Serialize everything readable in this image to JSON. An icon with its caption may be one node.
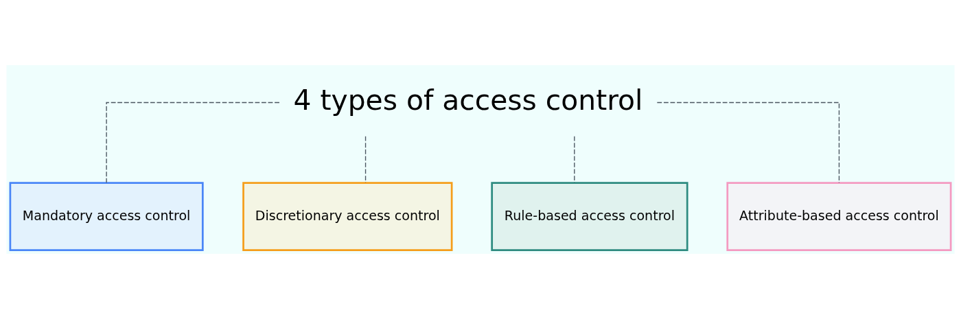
{
  "diagram": {
    "nodes": [
      {
        "text": [
          "4 types of access control"
        ]
      },
      {
        "text": [
          "Mandatory access control"
        ]
      },
      {
        "text": [
          "Discretionary access control"
        ]
      },
      {
        "text": [
          "Rule-based access control"
        ]
      },
      {
        "text": [
          "Attribute-based access control"
        ]
      }
    ],
    "edges": [
      {
        "from": 0,
        "to": 1,
        "arrow": "none",
        "style": "dashed"
      },
      {
        "from": 0,
        "to": 2,
        "arrow": "none",
        "style": "dashed"
      },
      {
        "from": 0,
        "to": 3,
        "arrow": "none",
        "style": "dashed"
      },
      {
        "from": 0,
        "to": 4,
        "arrow": "none",
        "style": "dashed"
      }
    ]
  }
}
